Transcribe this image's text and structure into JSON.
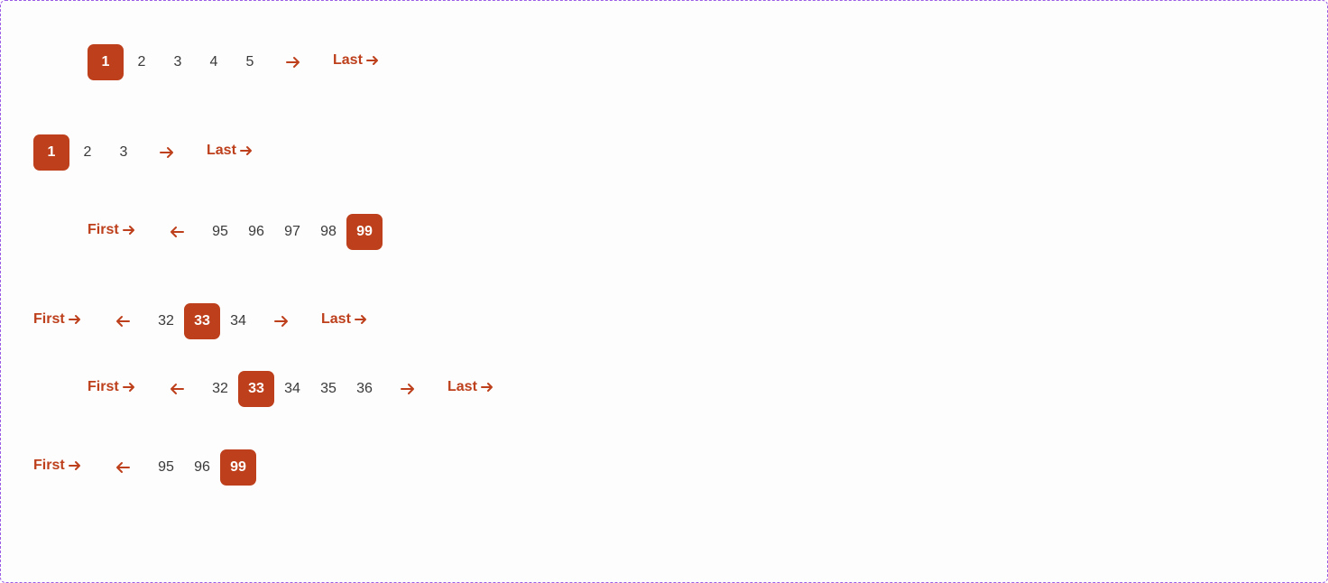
{
  "labels": {
    "first": "First",
    "last": "Last"
  },
  "colors": {
    "accent": "#bd3f1b",
    "text": "#3a3a3a",
    "border": "#9b5de5"
  },
  "icons": {
    "prev": "arrow-left-icon",
    "next": "arrow-right-icon"
  },
  "pagers": [
    {
      "pages": [
        "1",
        "2",
        "3",
        "4",
        "5"
      ],
      "current": "1"
    },
    {
      "pages": [
        "1",
        "2",
        "3"
      ],
      "current": "1"
    },
    {
      "pages": [
        "95",
        "96",
        "97",
        "98",
        "99"
      ],
      "current": "99"
    },
    {
      "pages": [
        "32",
        "33",
        "34"
      ],
      "current": "33"
    },
    {
      "pages": [
        "32",
        "33",
        "34",
        "35",
        "36"
      ],
      "current": "33"
    },
    {
      "pages": [
        "95",
        "96",
        "99"
      ],
      "current": "99"
    }
  ]
}
